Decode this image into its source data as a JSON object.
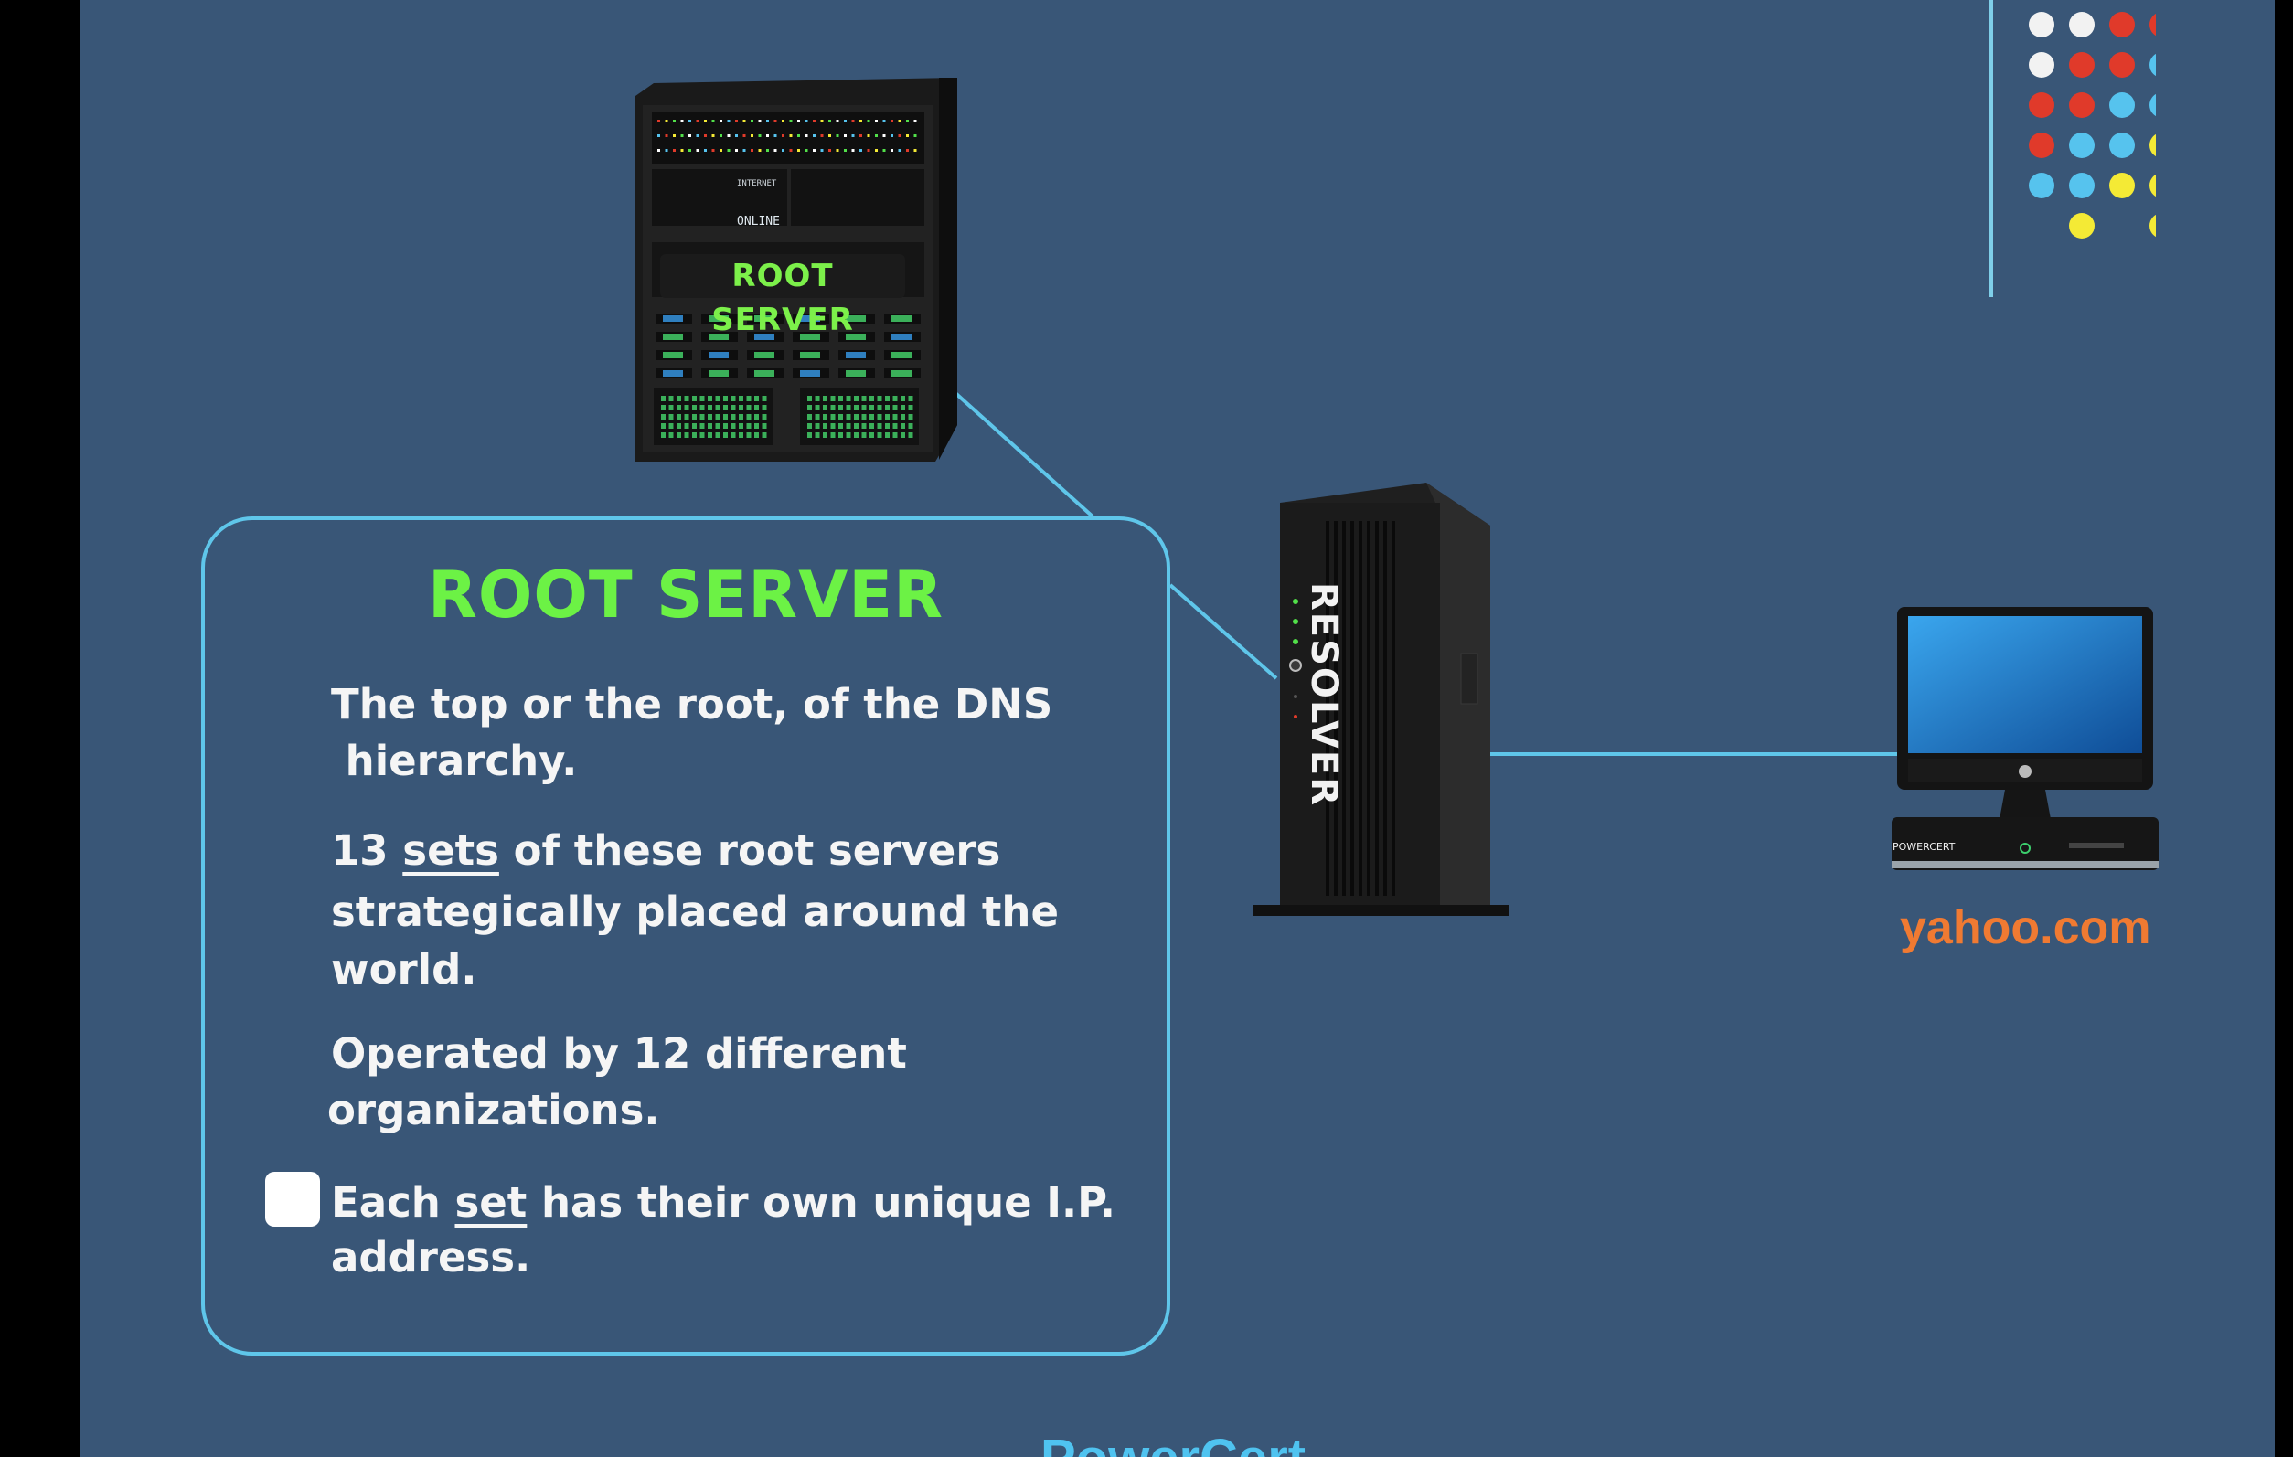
{
  "root_server": {
    "label": "ROOT SERVER",
    "panel_word": "ONLINE",
    "small_label": "INTERNET"
  },
  "resolver": {
    "label": "RESOLVER"
  },
  "client": {
    "hostname": "yahoo.com",
    "badge": "POWERCERT"
  },
  "card": {
    "title": "ROOT SERVER",
    "p1_line1": "The top or the root, of the DNS",
    "p1_line2": " hierarchy.",
    "p2_prefix": "13 ",
    "p2_underlined": "sets",
    "p2_suffix": " of these root servers",
    "p2_line2": "strategically placed around the",
    "p2_line3": "world.",
    "p3_line1": "Operated by 12 different",
    "p3_line2": "organizations.",
    "p4_prefix": "Each ",
    "p4_underlined": "set",
    "p4_suffix": " has their own unique I.P.",
    "p4_line2": "address."
  },
  "footer": {
    "text": "PowerCert"
  },
  "colors": {
    "background": "#395677",
    "accent_line": "#5fc6ea",
    "title_green": "#6cf245",
    "hostname_orange": "#f07a32",
    "dots": {
      "white": "#f2f2f2",
      "red": "#e03a2a",
      "blue": "#56c3ee",
      "yellow": "#f4ea35"
    }
  },
  "dot_grid": [
    [
      "white",
      "white",
      "red",
      "red",
      "blue"
    ],
    [
      "white",
      "red",
      "red",
      "blue",
      ""
    ],
    [
      "red",
      "red",
      "blue",
      "blue",
      "yellow"
    ],
    [
      "red",
      "blue",
      "blue",
      "yellow",
      ""
    ],
    [
      "blue",
      "blue",
      "yellow",
      "yellow",
      ""
    ],
    [
      "",
      "yellow",
      "",
      "yellow",
      ""
    ]
  ]
}
